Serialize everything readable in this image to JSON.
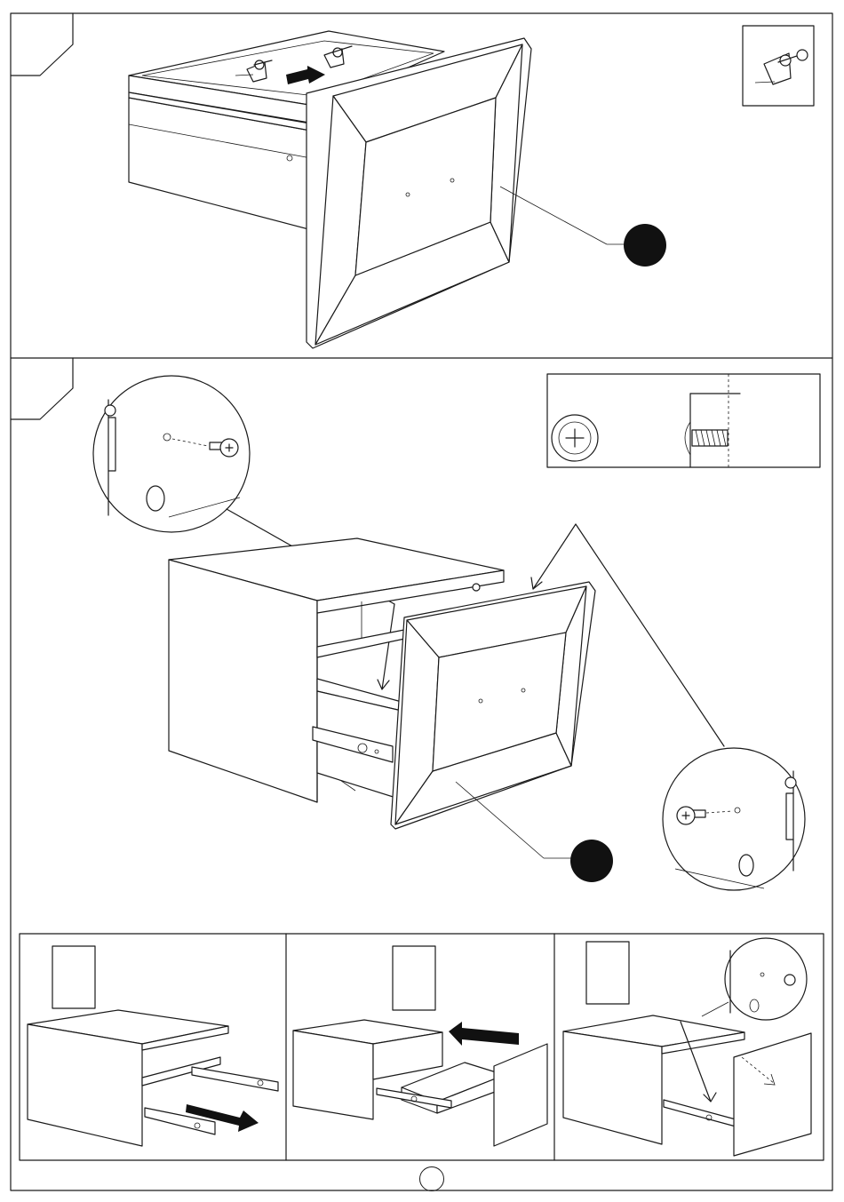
{
  "document": {
    "type": "assembly-instructions",
    "page_number": "",
    "colors": {
      "line": "#1a1a1a",
      "fill": "#ffffff",
      "part_marker": "#111111"
    }
  },
  "steps": [
    {
      "id": "step-upper",
      "step_label": "",
      "part_marker_label": "",
      "detail_icon": "screw-wedge-icon"
    },
    {
      "id": "step-middle",
      "step_label": "",
      "part_marker_label": "",
      "detail_icon": "screw-detail-icon"
    },
    {
      "id": "sub-step-1",
      "box_label": ""
    },
    {
      "id": "sub-step-2",
      "box_label": ""
    },
    {
      "id": "sub-step-3",
      "box_label": ""
    }
  ]
}
